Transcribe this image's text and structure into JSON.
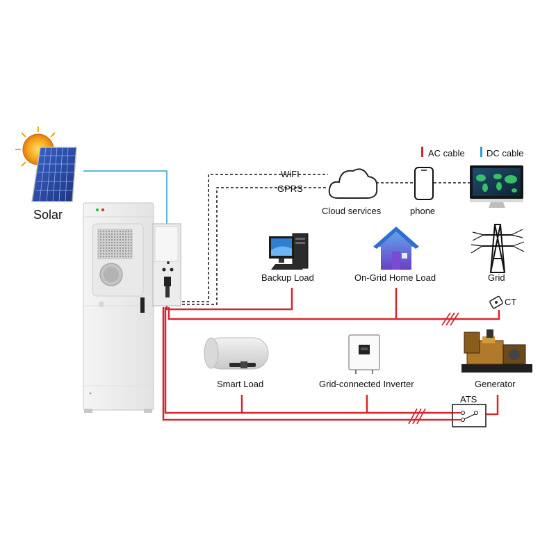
{
  "legend": {
    "ac_label": "AC cable",
    "dc_label": "DC cable",
    "ac_color": "#d7262e",
    "dc_color": "#2a9fd0"
  },
  "labels": {
    "solar": "Solar",
    "wifi": "WiFI",
    "gprs": "GPRS",
    "cloud": "Cloud services",
    "phone": "phone",
    "backup_load": "Backup Load",
    "home_load": "On-Grid Home Load",
    "grid": "Grid",
    "ct": "CT",
    "smart_load": "Smart Load",
    "grid_inverter": "Grid-connected Inverter",
    "generator": "Generator",
    "ats": "ATS"
  },
  "icons": {
    "sun": "sun-icon",
    "solar_panel": "solar-panel-icon",
    "cabinet": "battery-cabinet-icon",
    "cloud": "cloud-icon",
    "phone": "smartphone-icon",
    "monitor": "world-map-monitor-icon",
    "desktop": "desktop-computer-icon",
    "house": "house-icon",
    "tower": "transmission-tower-icon",
    "ct": "current-transformer-icon",
    "water_heater": "water-heater-icon",
    "inverter": "inverter-icon",
    "generator": "generator-icon"
  }
}
